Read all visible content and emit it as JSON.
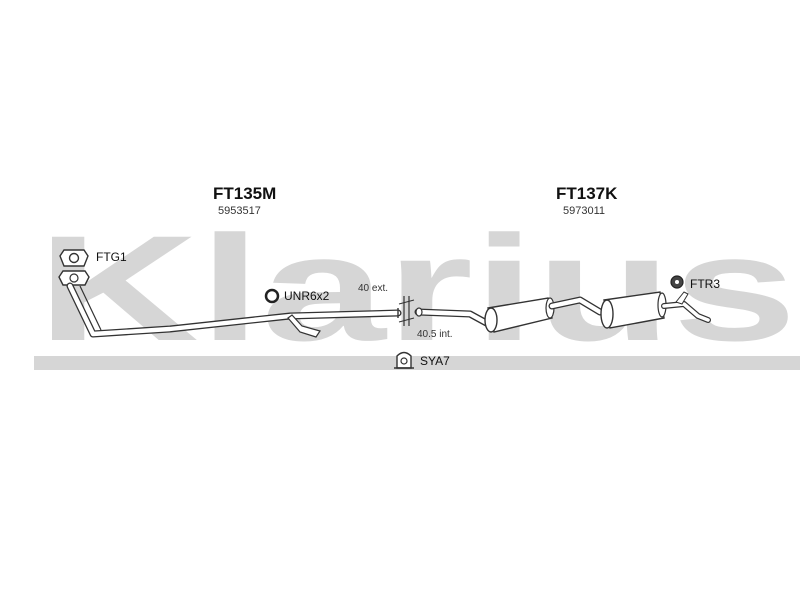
{
  "brand": {
    "watermark": "Klarius"
  },
  "parts": {
    "front_pipe": {
      "code": "FT135M",
      "number": "5953517"
    },
    "rear_silencer": {
      "code": "FT137K",
      "number": "5973011"
    }
  },
  "accessories": {
    "gasket": "FTG1",
    "clamp_ring": "UNR6x2",
    "mount": "SYA7",
    "rubber_hanger": "FTR3"
  },
  "dimensions": {
    "external": "40 ext.",
    "internal": "40.5 int."
  },
  "colors": {
    "watermark": "#d6d6d6",
    "line": "#333333",
    "pipe_fill": "#ffffff"
  }
}
